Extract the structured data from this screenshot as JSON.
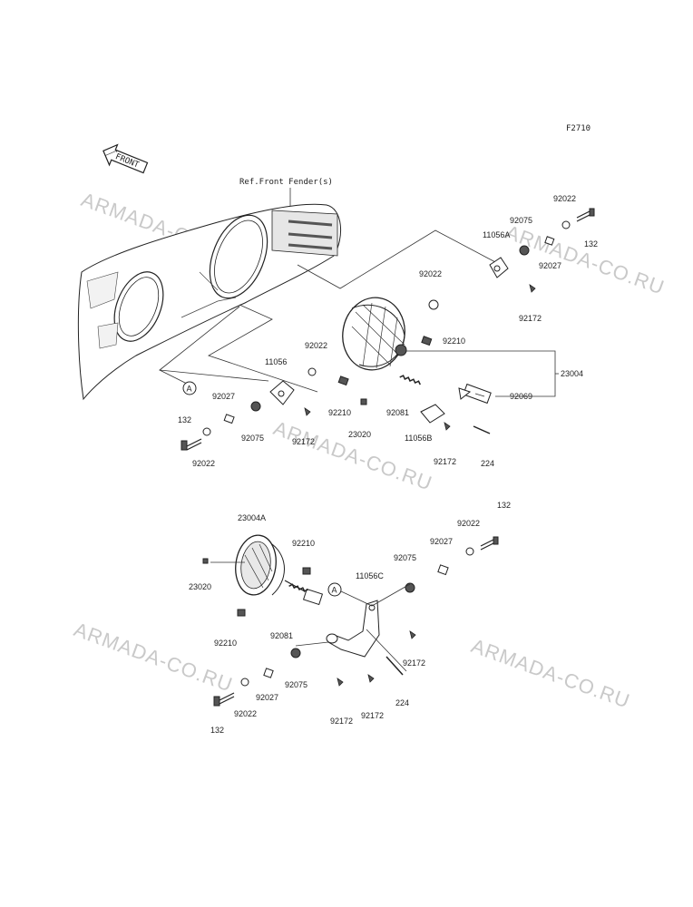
{
  "figure_code": "F2710",
  "direction_label": "FRONT",
  "reference_label": "Ref.Front Fender(s)",
  "watermark": "ARMADA-CO.RU",
  "callout": "A",
  "labels": {
    "p92022_top": "92022",
    "p132_top": "132",
    "p92075_top": "92075",
    "p11056A": "11056A",
    "p92027_top": "92027",
    "p92022_mid": "92022",
    "p92172_top": "92172",
    "p92210_top": "92210",
    "p23004": "23004",
    "p92069": "92069",
    "p92022_left": "92022",
    "p11056": "11056",
    "p92027_left": "92027",
    "p132_left": "132",
    "p92075_left": "92075",
    "p92172_left": "92172",
    "p92022_lower": "92022",
    "p92210_mid": "92210",
    "p23020_top": "23020",
    "p92081_top": "92081",
    "p11056B": "11056B",
    "p92172_b": "92172",
    "p224_top": "224",
    "p132_bot_r": "132",
    "p23004A": "23004A",
    "p92022_bot_r": "92022",
    "p92210_b": "92210",
    "p92027_bot_r": "92027",
    "p92075_bot_r": "92075",
    "p23020_bot": "23020",
    "p11056C": "11056C",
    "p92210_c": "92210",
    "p92081_bot": "92081",
    "p92172_c": "92172",
    "p92075_bot_l": "92075",
    "p92027_bot_l": "92027",
    "p224_bot": "224",
    "p92022_bot_l": "92022",
    "p92172_d": "92172",
    "p92172_e": "92172",
    "p132_bot_l": "132"
  }
}
